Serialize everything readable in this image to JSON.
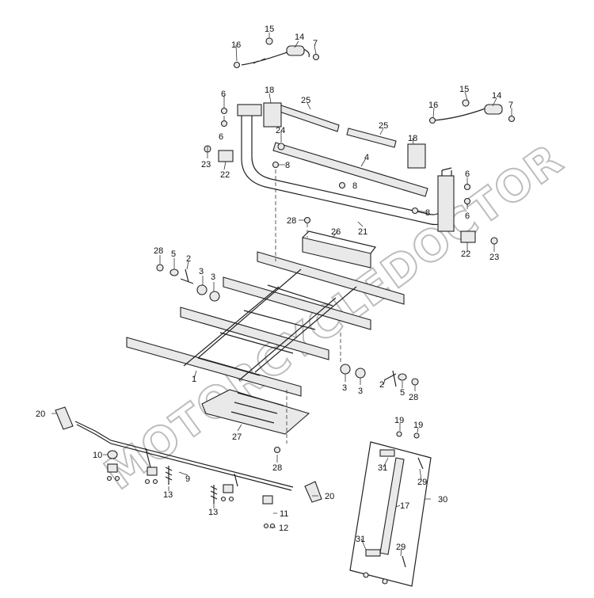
{
  "watermark": "MOTORCYCLEDOCTOR",
  "labels": {
    "l15a": "15",
    "l14a": "14",
    "l7a": "7",
    "l16a": "16",
    "l18a": "18",
    "l25a": "25",
    "l6a": "6",
    "l6b": "6",
    "l24": "24",
    "l23a": "23",
    "l22a": "22",
    "l8a": "8",
    "l15b": "15",
    "l14b": "14",
    "l7b": "7",
    "l16b": "16",
    "l25b": "25",
    "l18b": "18",
    "l4": "4",
    "l8b": "8",
    "l6c": "6",
    "l6d": "6",
    "l8c": "8",
    "l28a": "28",
    "l26": "26",
    "l21": "21",
    "l22b": "22",
    "l23b": "23",
    "l28b": "28",
    "l5a": "5",
    "l2a": "2",
    "l3a": "3",
    "l3b": "3",
    "l1": "1",
    "l3c": "3",
    "l3d": "3",
    "l2b": "2",
    "l5b": "5",
    "l28c": "28",
    "l20a": "20",
    "l27": "27",
    "l10": "10",
    "l9": "9",
    "l13a": "13",
    "l13b": "13",
    "l28d": "28",
    "l20b": "20",
    "l11": "11",
    "l12": "12",
    "l19a": "19",
    "l19b": "19",
    "l31a": "31",
    "l29a": "29",
    "l17": "17",
    "l30": "30",
    "l31b": "31",
    "l29b": "29"
  }
}
